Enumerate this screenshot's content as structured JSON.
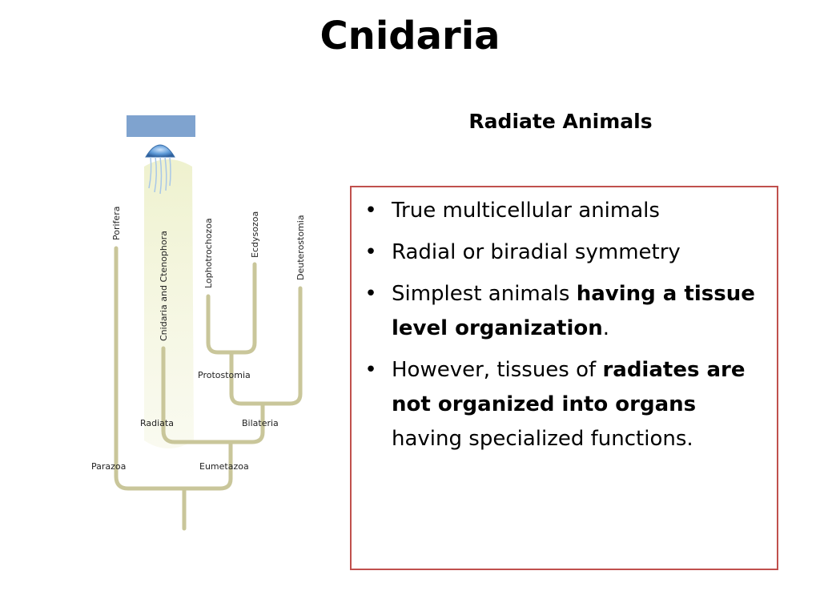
{
  "slide": {
    "title": "Cnidaria",
    "subtitle": "Radiate Animals"
  },
  "bullets": [
    {
      "text": "True multicellular animals"
    },
    {
      "text": "Radial or biradial symmetry"
    },
    {
      "pre": "Simplest animals ",
      "bold": "having a tissue level organization",
      "post": "."
    },
    {
      "pre": "However, tissues of ",
      "bold": "radiates are not organized into organs",
      "post": " having specialized functions."
    }
  ],
  "tree": {
    "bullet_glyph": "•",
    "highlight_color": "#7fa3cf",
    "branch_color": "#c9c69a",
    "glow_color": "#f2f4d8",
    "jellyfish_icon": "jellyfish-icon",
    "leaf_labels": {
      "porifera": "Porifera",
      "cnidaria": "Cnidaria and Ctenophora",
      "lophotrochozoa": "Lophotrochozoa",
      "ecdysozoa": "Ecdysozoa",
      "deuterostomia": "Deuterostomia"
    },
    "node_labels": {
      "protostomia": "Protostomia",
      "radiata": "Radiata",
      "bilateria": "Bilateria",
      "parazoa": "Parazoa",
      "eumetazoa": "Eumetazoa"
    }
  }
}
